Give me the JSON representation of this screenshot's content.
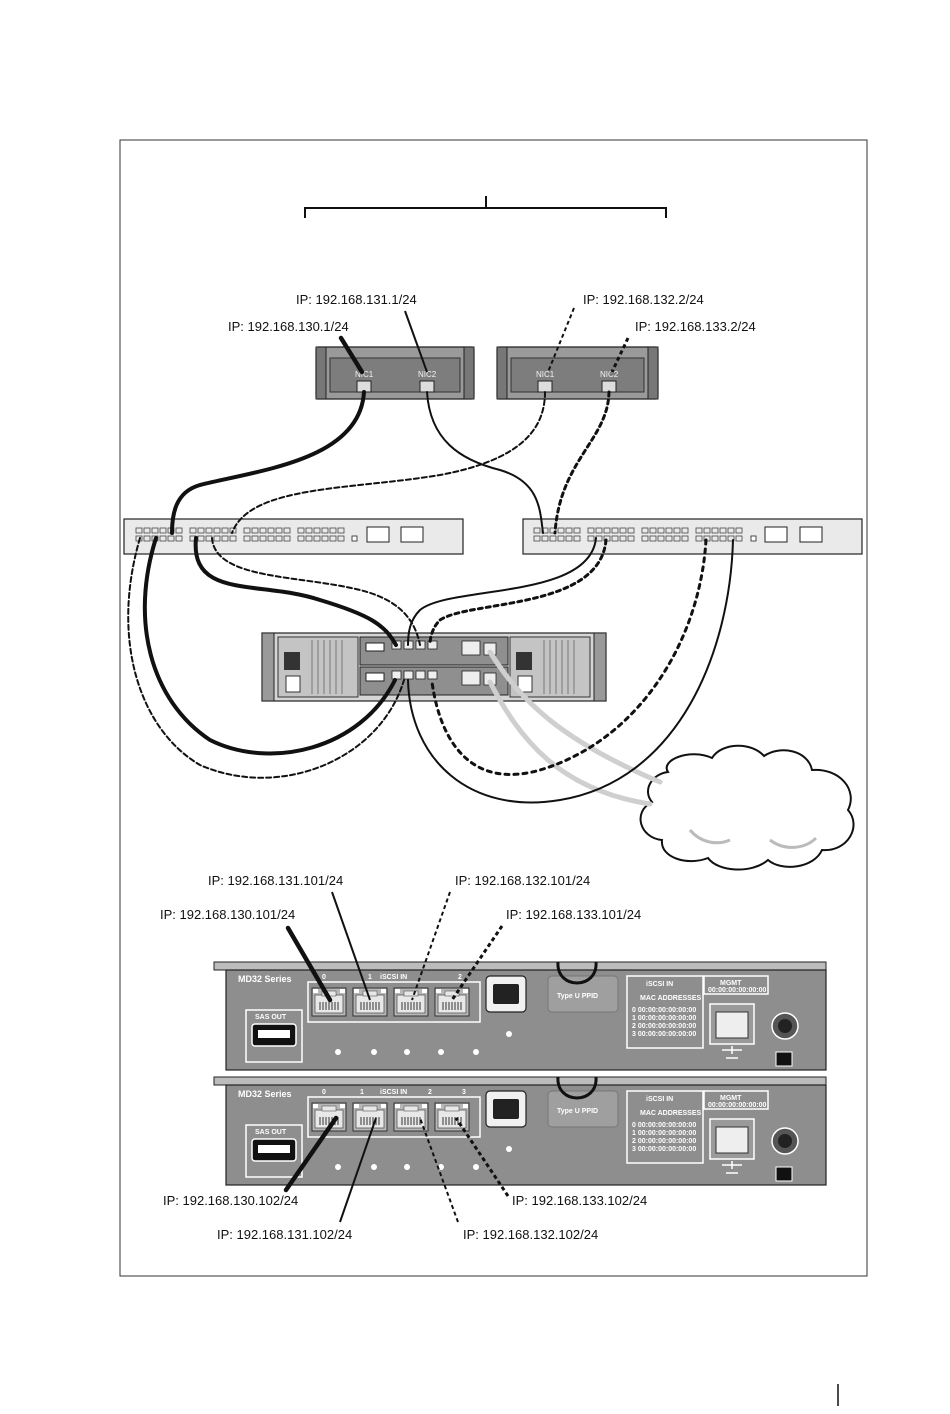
{
  "hosts": {
    "host1": {
      "nic1_ip": "IP: 192.168.130.1/24",
      "nic2_ip": "IP: 192.168.131.1/24",
      "nic1_label": "NIC1",
      "nic2_label": "NIC2"
    },
    "host2": {
      "nic1_ip": "IP: 192.168.132.2/24",
      "nic2_ip": "IP: 192.168.133.2/24",
      "nic1_label": "NIC1",
      "nic2_label": "NIC2"
    }
  },
  "controller0": {
    "series": "MD32 Series",
    "iscsi_label": "iSCSI IN",
    "port_numbers": [
      "0",
      "1",
      "",
      "2"
    ],
    "sas_out": "SAS OUT",
    "ppid": "Type U PPID",
    "mgmt": "MGMT",
    "mac_header": "iSCSI IN",
    "mac_label": "MAC ADDRESSES",
    "mac_mgmt": "00:00:00:00:00:00",
    "mac_rows": [
      "0  00:00:00:00:00:00",
      "1  00:00:00:00:00:00",
      "2  00:00:00:00:00:00",
      "3  00:00:00:00:00:00"
    ],
    "port_ips": [
      "IP: 192.168.130.101/24",
      "IP: 192.168.131.101/24",
      "IP: 192.168.132.101/24",
      "IP: 192.168.133.101/24"
    ]
  },
  "controller1": {
    "series": "MD32 Series",
    "iscsi_label": "iSCSI IN",
    "port_numbers": [
      "0",
      "1",
      "2",
      "3"
    ],
    "sas_out": "SAS OUT",
    "ppid": "Type U PPID",
    "mgmt": "MGMT",
    "mac_header": "iSCSI IN",
    "mac_label": "MAC ADDRESSES",
    "mac_mgmt": "00:00:00:00:00:00",
    "mac_rows": [
      "0  00:00:00:00:00:00",
      "1  00:00:00:00:00:00",
      "2  00:00:00:00:00:00",
      "3  00:00:00:00:00:00"
    ],
    "port_ips": [
      "IP: 192.168.130.102/24",
      "IP: 192.168.131.102/24",
      "IP: 192.168.132.102/24",
      "IP: 192.168.133.102/24"
    ]
  },
  "icons": [
    "network-cloud-icon",
    "ethernet-port-icon",
    "sas-connector-icon",
    "mgmt-network-icon",
    "wrench-icon",
    "power-led-icon",
    "warning-led-icon",
    "info-led-icon",
    "link-led-icon",
    "battery-led-icon"
  ],
  "colors": {
    "cable_black": "#111111",
    "cable_light": "#d4d4d4",
    "chassis": "#8e8e8e",
    "chassis_dark": "#6f6f6f",
    "switch_body": "#eaeaea"
  }
}
